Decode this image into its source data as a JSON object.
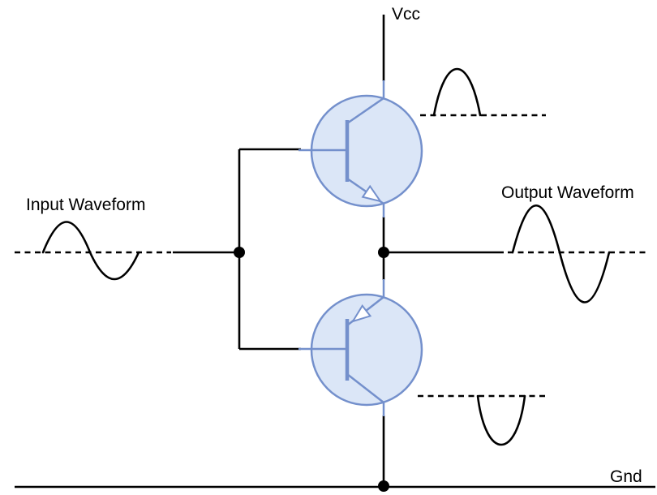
{
  "labels": {
    "vcc": "Vcc",
    "gnd": "Gnd",
    "input_waveform": "Input Waveform",
    "output_waveform": "Output Waveform"
  },
  "colors": {
    "background": "#ffffff",
    "wire": "#000000",
    "text": "#000000",
    "transistor_fill": "#dbe6f7",
    "transistor_stroke": "#7490cc"
  },
  "components": {
    "top_transistor": {
      "symbol": "npn-transistor",
      "arrow": "emitter arrow pointing out"
    },
    "bottom_transistor": {
      "symbol": "pnp-transistor",
      "arrow": "emitter arrow pointing in"
    },
    "waveforms": {
      "input": "full sine cycle on dashed baseline",
      "top_half": "positive half-cycle hump on dashed baseline",
      "bottom_half": "negative half-cycle dip on dashed baseline",
      "output": "full sine cycle on dashed baseline"
    }
  }
}
